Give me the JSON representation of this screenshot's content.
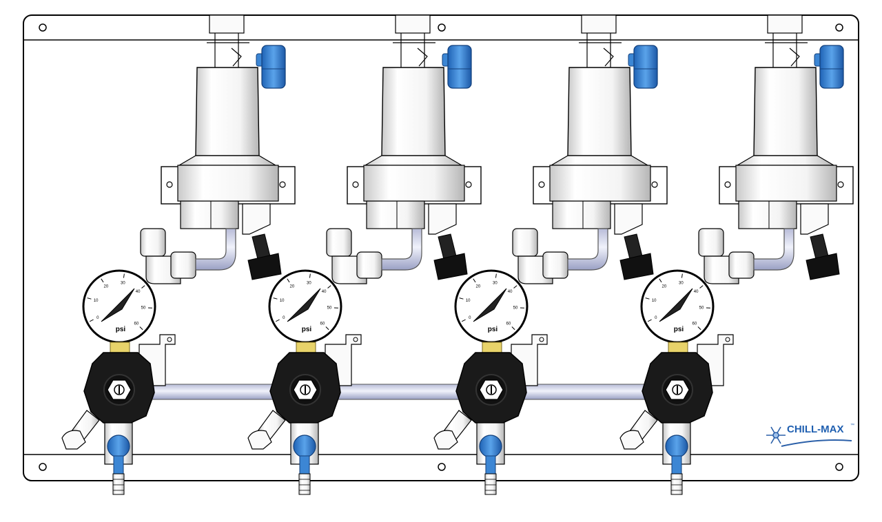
{
  "brand": {
    "name": "CHILL-MAX",
    "trademark": "™",
    "color": "#1f5fb0"
  },
  "gauge": {
    "unit": "psi",
    "scale": [
      "0",
      "10",
      "20",
      "30",
      "40",
      "50",
      "60"
    ]
  },
  "units": [
    {
      "id": 1,
      "gauge_unit": "psi"
    },
    {
      "id": 2,
      "gauge_unit": "psi"
    },
    {
      "id": 3,
      "gauge_unit": "psi"
    },
    {
      "id": 4,
      "gauge_unit": "psi"
    }
  ],
  "colors": {
    "fitting_blue": "#3c86d4",
    "regulator_black": "#1a1a1a",
    "brass": "#e8d36a",
    "panel_outline": "#000000"
  },
  "icons": {
    "logo": "snowflake-icon",
    "mount_hole": "screw-hole-icon"
  }
}
